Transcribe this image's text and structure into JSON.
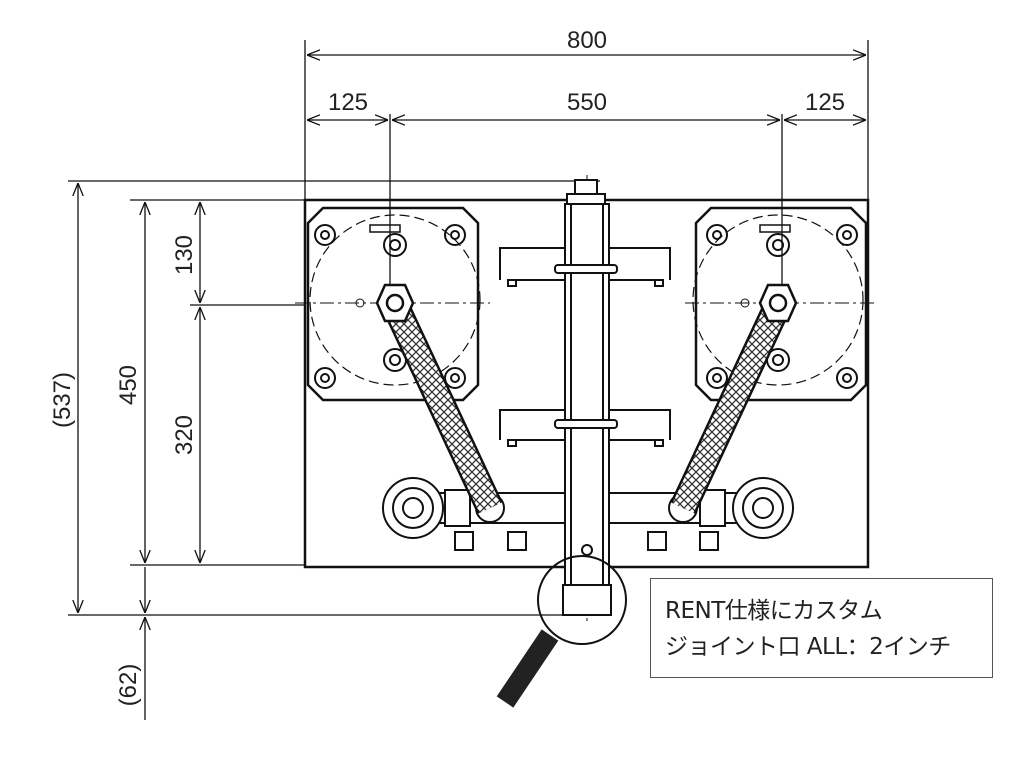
{
  "dimensions": {
    "overall_width": "800",
    "left_offset": "125",
    "center_span": "550",
    "right_offset": "125",
    "overall_height": "(537)",
    "plate_height": "450",
    "upper_height": "130",
    "lower_height": "320",
    "protrusion": "(62)"
  },
  "note": {
    "line1": "RENT仕様にカスタム",
    "line2": "ジョイント口 ALL：2インチ"
  },
  "colors": {
    "line": "#111111",
    "magnifier_handle": "#222222"
  }
}
